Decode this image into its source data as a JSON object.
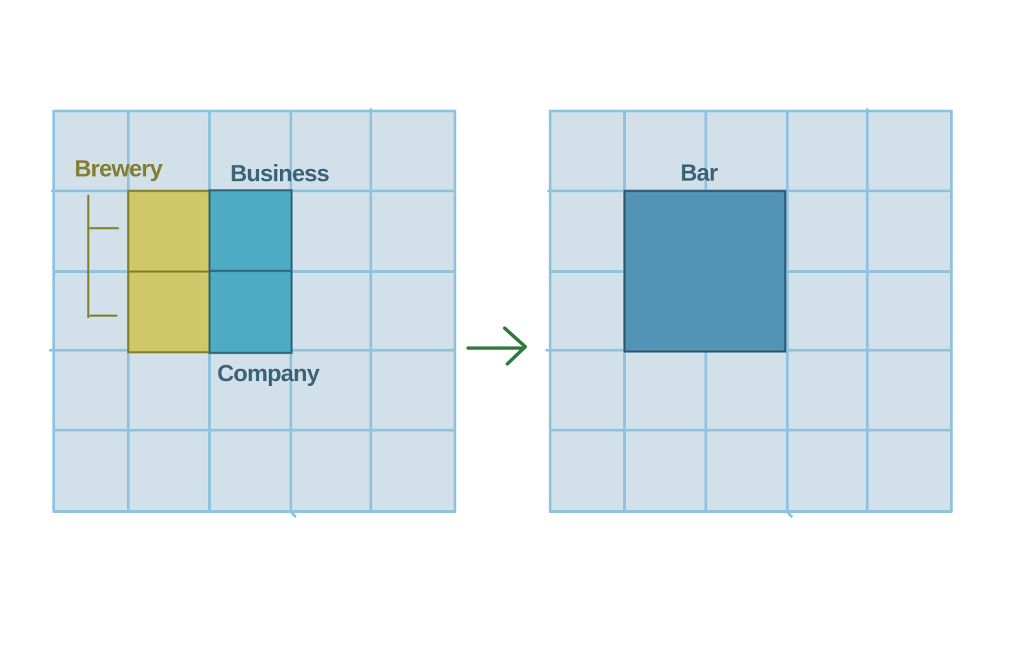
{
  "colors": {
    "grid_fill": "#d2e0ea",
    "grid_line": "#8fc3df",
    "brewery": "#cfc768",
    "brewery_stroke": "#847f2c",
    "brewery_text": "#827f2e",
    "business_fill": "#4dacc4",
    "business_stroke": "#316478",
    "bar_fill": "#5394b6",
    "bar_stroke": "#2d5b73",
    "label_text": "#3b6478",
    "arrow": "#2f7a3f"
  },
  "left_grid": {
    "labels": {
      "brewery": "Brewery",
      "business": "Business",
      "company": "Company"
    }
  },
  "right_grid": {
    "labels": {
      "bar": "Bar"
    }
  },
  "arrow": {
    "icon": "right-arrow-icon"
  }
}
